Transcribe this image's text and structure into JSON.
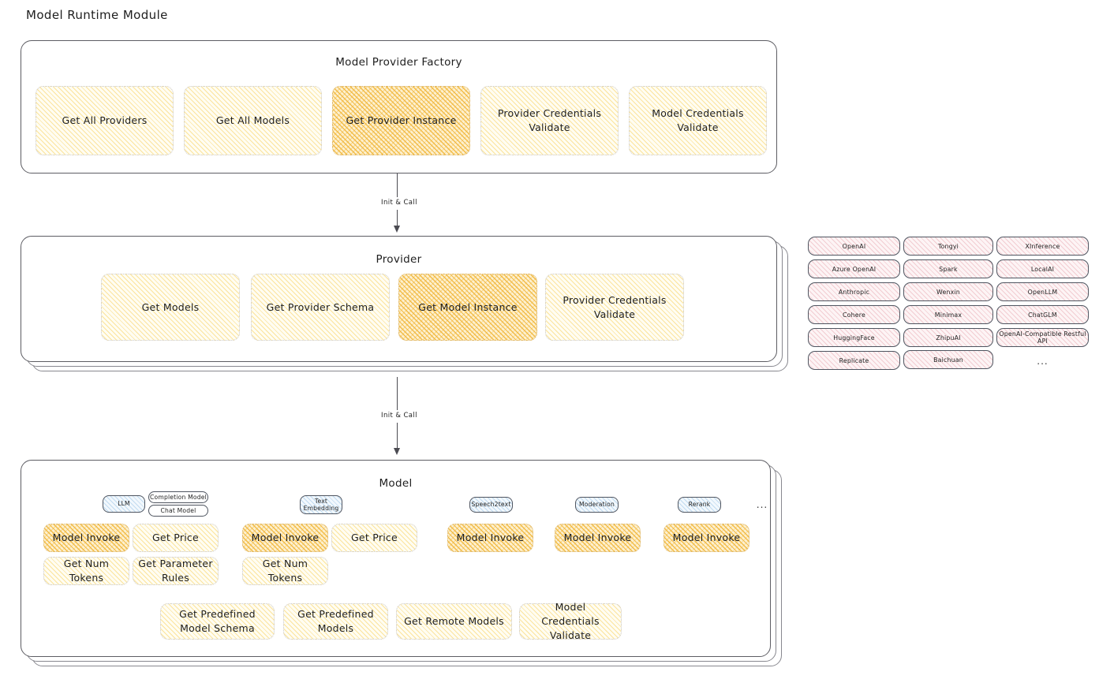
{
  "page": {
    "title": "Model Runtime Module"
  },
  "sections": {
    "factory": {
      "title": "Model Provider Factory",
      "nodes": [
        {
          "label": "Get All Providers",
          "highlighted": false
        },
        {
          "label": "Get All Models",
          "highlighted": false
        },
        {
          "label": "Get Provider Instance",
          "highlighted": true
        },
        {
          "label": "Provider Credentials Validate",
          "highlighted": false
        },
        {
          "label": "Model Credentials Validate",
          "highlighted": false
        }
      ]
    },
    "provider": {
      "title": "Provider",
      "nodes": [
        {
          "label": "Get Models",
          "highlighted": false
        },
        {
          "label": "Get Provider Schema",
          "highlighted": false
        },
        {
          "label": "Get Model Instance",
          "highlighted": true
        },
        {
          "label": "Provider Credentials Validate",
          "highlighted": false
        }
      ]
    },
    "model": {
      "title": "Model",
      "groups": [
        {
          "badges": [
            {
              "label": "LLM",
              "style": "blue"
            },
            {
              "label": "Completion Model",
              "style": "plain"
            },
            {
              "label": "Chat Model",
              "style": "plain"
            }
          ],
          "nodes": [
            {
              "label": "Model Invoke",
              "highlighted": true
            },
            {
              "label": "Get Price",
              "highlighted": false
            },
            {
              "label": "Get Num Tokens",
              "highlighted": false
            },
            {
              "label": "Get Parameter Rules",
              "highlighted": false
            }
          ]
        },
        {
          "badges": [
            {
              "label": "Text Embedding",
              "style": "blue"
            }
          ],
          "nodes": [
            {
              "label": "Model Invoke",
              "highlighted": true
            },
            {
              "label": "Get Price",
              "highlighted": false
            },
            {
              "label": "Get Num Tokens",
              "highlighted": false
            }
          ]
        },
        {
          "badges": [
            {
              "label": "Speech2text",
              "style": "blue"
            }
          ],
          "nodes": [
            {
              "label": "Model Invoke",
              "highlighted": true
            }
          ]
        },
        {
          "badges": [
            {
              "label": "Moderation",
              "style": "blue"
            }
          ],
          "nodes": [
            {
              "label": "Model Invoke",
              "highlighted": true
            }
          ]
        },
        {
          "badges": [
            {
              "label": "Rerank",
              "style": "blue"
            }
          ],
          "nodes": [
            {
              "label": "Model Invoke",
              "highlighted": true
            }
          ]
        }
      ],
      "more_indicator": "...",
      "common_nodes": [
        {
          "label": "Get Predefined Model Schema"
        },
        {
          "label": "Get Predefined Models"
        },
        {
          "label": "Get Remote Models"
        },
        {
          "label": "Model Credentials Validate"
        }
      ]
    }
  },
  "arrows": [
    {
      "label": "Init & Call",
      "from": "factory",
      "to": "provider"
    },
    {
      "label": "Init & Call",
      "from": "provider",
      "to": "model"
    }
  ],
  "provider_list": {
    "columns": [
      {
        "items": [
          "OpenAI",
          "Azure OpenAI",
          "Anthropic",
          "Cohere",
          "HuggingFace",
          "Replicate"
        ]
      },
      {
        "items": [
          "Tongyi",
          "Spark",
          "Wenxin",
          "Minimax",
          "ZhipuAI",
          "Baichuan"
        ]
      },
      {
        "items": [
          "XInference",
          "LocalAI",
          "OpenLLM",
          "ChatGLM",
          "OpenAI-Compatible Restful API"
        ]
      }
    ],
    "more_indicator": "..."
  },
  "colors": {
    "highlight_fill": "#f0b434",
    "node_fill": "#f7ce58",
    "badge_fill": "#78afdc",
    "provider_chip_fill": "#e08c96",
    "stroke": "#5d5d63",
    "text": "#1e1e1e"
  }
}
